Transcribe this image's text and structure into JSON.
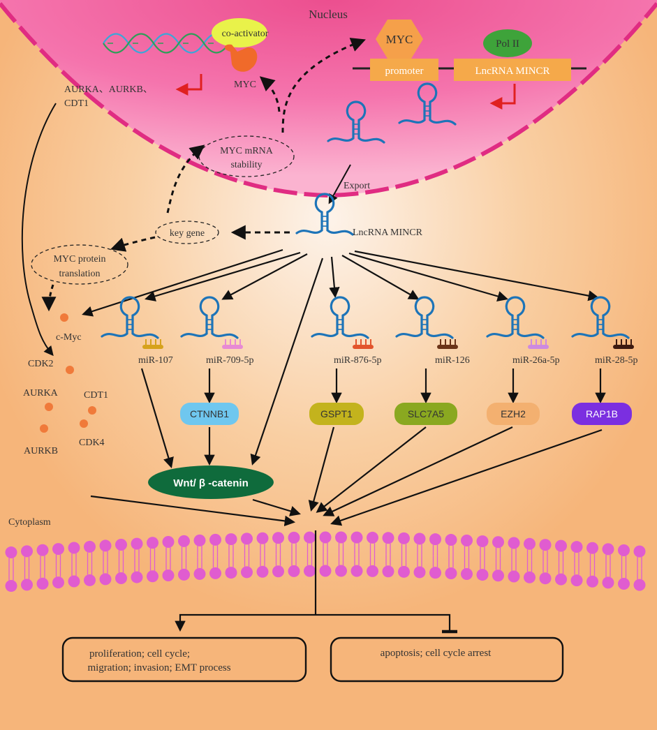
{
  "nucleus": {
    "label": "Nucleus",
    "co_activator": "co-activator",
    "myc_protein": "MYC",
    "targets_line1": "AURKA、AURKB、",
    "targets_line2": "CDT1",
    "myc_gene": "MYC",
    "pol": "Pol II",
    "promoter": "promoter",
    "lnc_gene": "LncRNA MINCR",
    "mrna_stability_1": "MYC mRNA",
    "mrna_stability_2": "stability",
    "export": "Export"
  },
  "cytoplasm": {
    "label": "Cytoplasm",
    "lnc_center": "LncRNA MINCR",
    "key_gene": "key gene",
    "translation_1": "MYC protein",
    "translation_2": "translation",
    "cmyc": "c-Myc",
    "proteins": [
      "CDK2",
      "AURKA",
      "CDT1",
      "AURKB",
      "CDK4"
    ]
  },
  "mirnas": [
    {
      "label": "miR-107",
      "color": "#d6a21c"
    },
    {
      "label": "miR-709-5p",
      "color": "#e88ad4"
    },
    {
      "label": "miR-876-5p",
      "color": "#e2542c"
    },
    {
      "label": "miR-126",
      "color": "#6b3418"
    },
    {
      "label": "miR-26a-5p",
      "color": "#cd8ae0"
    },
    {
      "label": "miR-28-5p",
      "color": "#3c1a10"
    }
  ],
  "targets": [
    {
      "label": "CTNNB1",
      "color": "#6fc7ef"
    },
    {
      "label": "GSPT1",
      "color": "#c3b31d"
    },
    {
      "label": "SLC7A5",
      "color": "#8aa820"
    },
    {
      "label": "EZH2",
      "color": "#f3b070"
    },
    {
      "label": "RAP1B",
      "color": "#7b2fe0"
    }
  ],
  "pathway": {
    "label": "Wnt/ β -catenin",
    "color": "#0f6b3c"
  },
  "outcomes": {
    "promote_1": "proliferation; cell cycle;",
    "promote_2": "migration; invasion; EMT process",
    "inhibit": "apoptosis; cell cycle arrest"
  },
  "colors": {
    "background": "#f6b57a",
    "nucleus": "#f26aa4",
    "membrane": "#e05cd0",
    "orange_box": "#f5a94a",
    "myc_hex": "#f5a04a",
    "pol_green": "#3ea33a",
    "rna_blue": "#1d74b8",
    "red_arrow": "#e02020",
    "dot_orange": "#f07a3a"
  }
}
